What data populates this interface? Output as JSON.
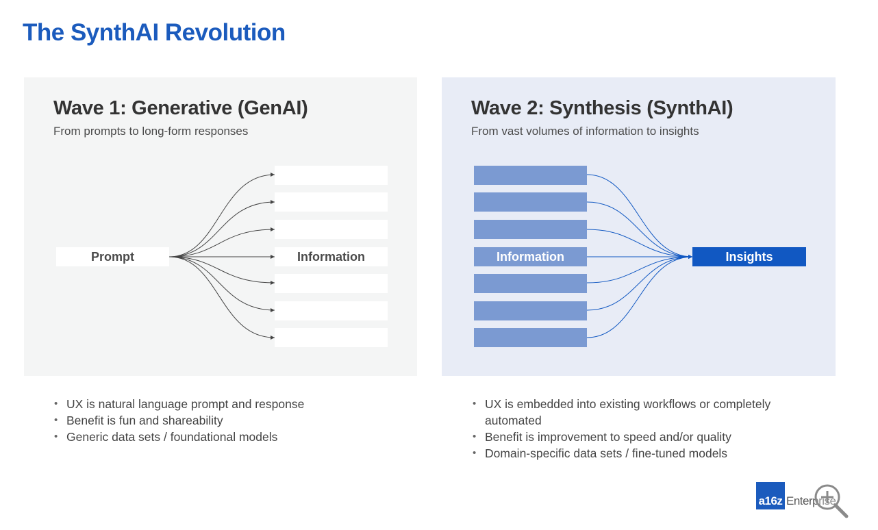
{
  "title": "The SynthAI Revolution",
  "wave1": {
    "heading": "Wave 1: Generative (GenAI)",
    "subtitle": "From prompts to long-form responses",
    "source_label": "Prompt",
    "target_label": "Information",
    "bullets": [
      "UX is natural language prompt and response",
      "Benefit is fun and shareability",
      "Generic data sets / foundational models"
    ]
  },
  "wave2": {
    "heading": "Wave 2: Synthesis (SynthAI)",
    "subtitle": "From vast volumes of information to insights",
    "source_label": "Information",
    "target_label": "Insights",
    "bullets": [
      "UX is embedded into existing workflows or completely automated",
      "Benefit is improvement to speed and/or quality",
      "Domain-specific data sets / fine-tuned models"
    ]
  },
  "logo": {
    "mark": "a16z",
    "word": "Enterprise"
  },
  "colors": {
    "title": "#1b5bbd",
    "panel_left": "#f4f5f5",
    "panel_right": "#e8ecf6",
    "info_bar": "#7b9ad2",
    "insights_box": "#1158c2",
    "arrow_left": "#444444",
    "arrow_right": "#1158c2"
  },
  "icons": {
    "zoom": "zoom-in-icon"
  }
}
